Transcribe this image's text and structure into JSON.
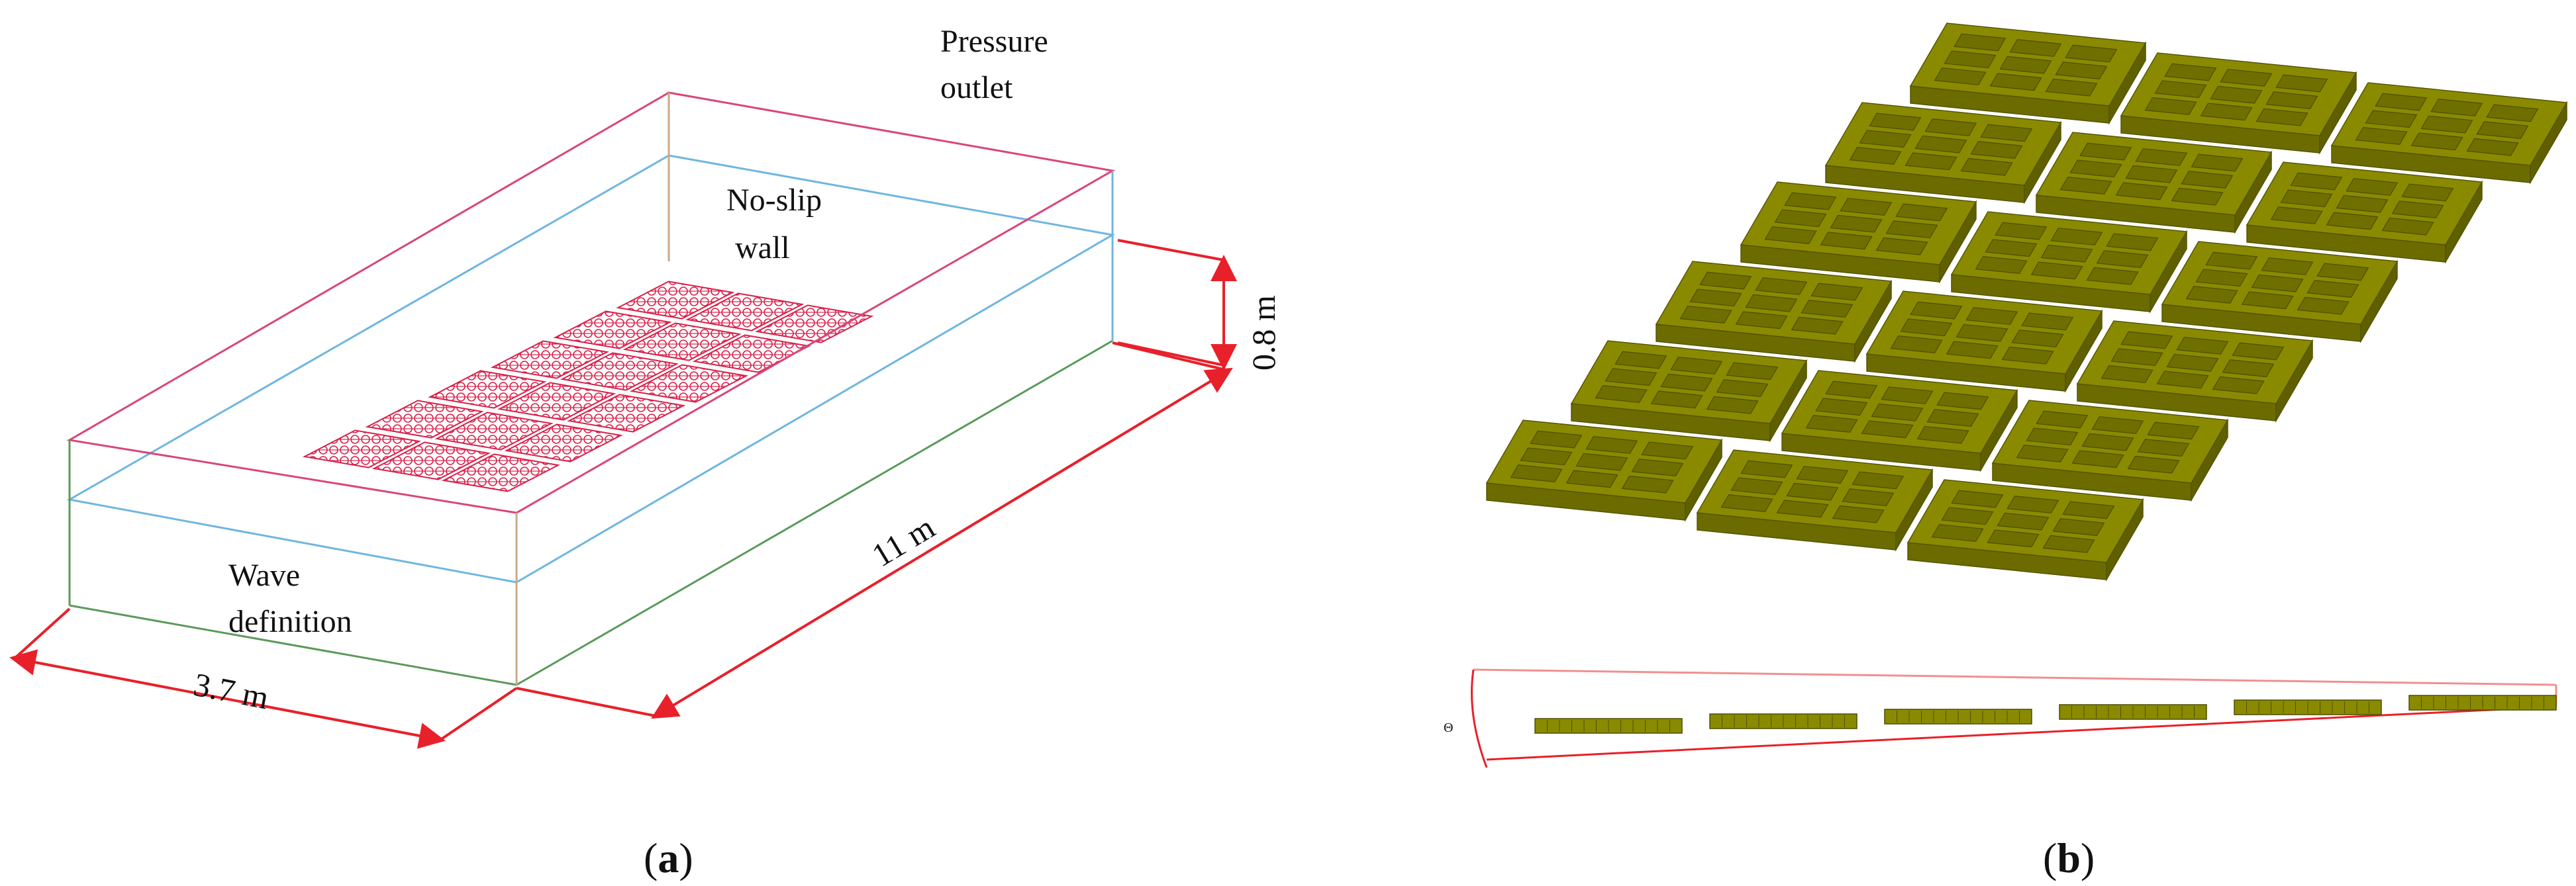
{
  "panel_a": {
    "label_pressure_line1": "Pressure",
    "label_pressure_line2": "outlet",
    "label_noslip_line1": "No-slip",
    "label_noslip_line2": "wall",
    "label_wave_line1": "Wave",
    "label_wave_line2": "definition",
    "dim_width": "3.7 m",
    "dim_length": "11 m",
    "dim_height": "0.8 m",
    "caption_open": "(",
    "caption_letter": "a",
    "caption_close": ")"
  },
  "panel_b": {
    "side_marker": "Θ",
    "caption_open": "(",
    "caption_letter": "b",
    "caption_close": ")"
  },
  "colors": {
    "top_edges": "#d9467a",
    "water_level": "#6fb6e0",
    "bottom_edges": "#5a9a5a",
    "vertical_edges": "#c9a98a",
    "dimension": "#e8202a",
    "mesh": "#d8204a",
    "module_top": "#8a8a00",
    "module_side": "#6b6b00"
  },
  "layout": {
    "module_rows": 6,
    "module_cols": 3
  }
}
